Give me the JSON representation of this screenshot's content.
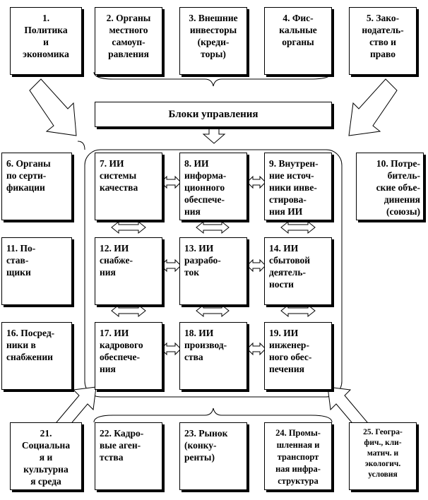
{
  "title": "Блоки управления",
  "boxes": {
    "b1": "1.\nПолитика\nи\nэкономика",
    "b2": "2. Органы\nместного\nсамоуп-\nравления",
    "b3": "3. Внешние\nинвесторы\n(креди-\nторы)",
    "b4": "4. Фис-\nкальные\nорганы",
    "b5": "5. Зако-\nнодатель-\nство и\nправо",
    "b6": "6. Органы\nпо серти-\nфикации",
    "b7": "7. ИИ\nсистемы\nкачества",
    "b8": "8. ИИ\nинформа-\nционного\nобеспече-\nния",
    "b9": "9. Внутрен-\nние источ-\nники инве-\nстирова-\nния ИИ",
    "b10": "10. Потре-\nбитель-\nские объе-\nдинения\n(союзы)",
    "b11": "11. По-\nстав-\nщики",
    "b12": "12. ИИ\nснабже-\nния",
    "b13": "13. ИИ\nразрабо-\nток",
    "b14": "14. ИИ\nсбытовой\nдеятель-\nности",
    "b16": "16. Посред-\nники в\nснабжении",
    "b17": "17. ИИ\nкадрового\nобеспече-\nния",
    "b18": "18. ИИ\nпроизвод-\nства",
    "b19": "19. ИИ\nинженер-\nного обес-\nпечения",
    "b21": "21.\nСоциальна\nя и\nкультурна\nя среда",
    "b22": "22. Кадро-\nвые аген-\nтства",
    "b23": "23. Рынок\n(конку-\nренты)",
    "b24": "24. Промы-\nшленная и\nтранспорт\nная инфра-\nструктура",
    "b25": "25. Геогра-\nфич., кли-\nматич. и\nэкологич.\nусловия"
  }
}
